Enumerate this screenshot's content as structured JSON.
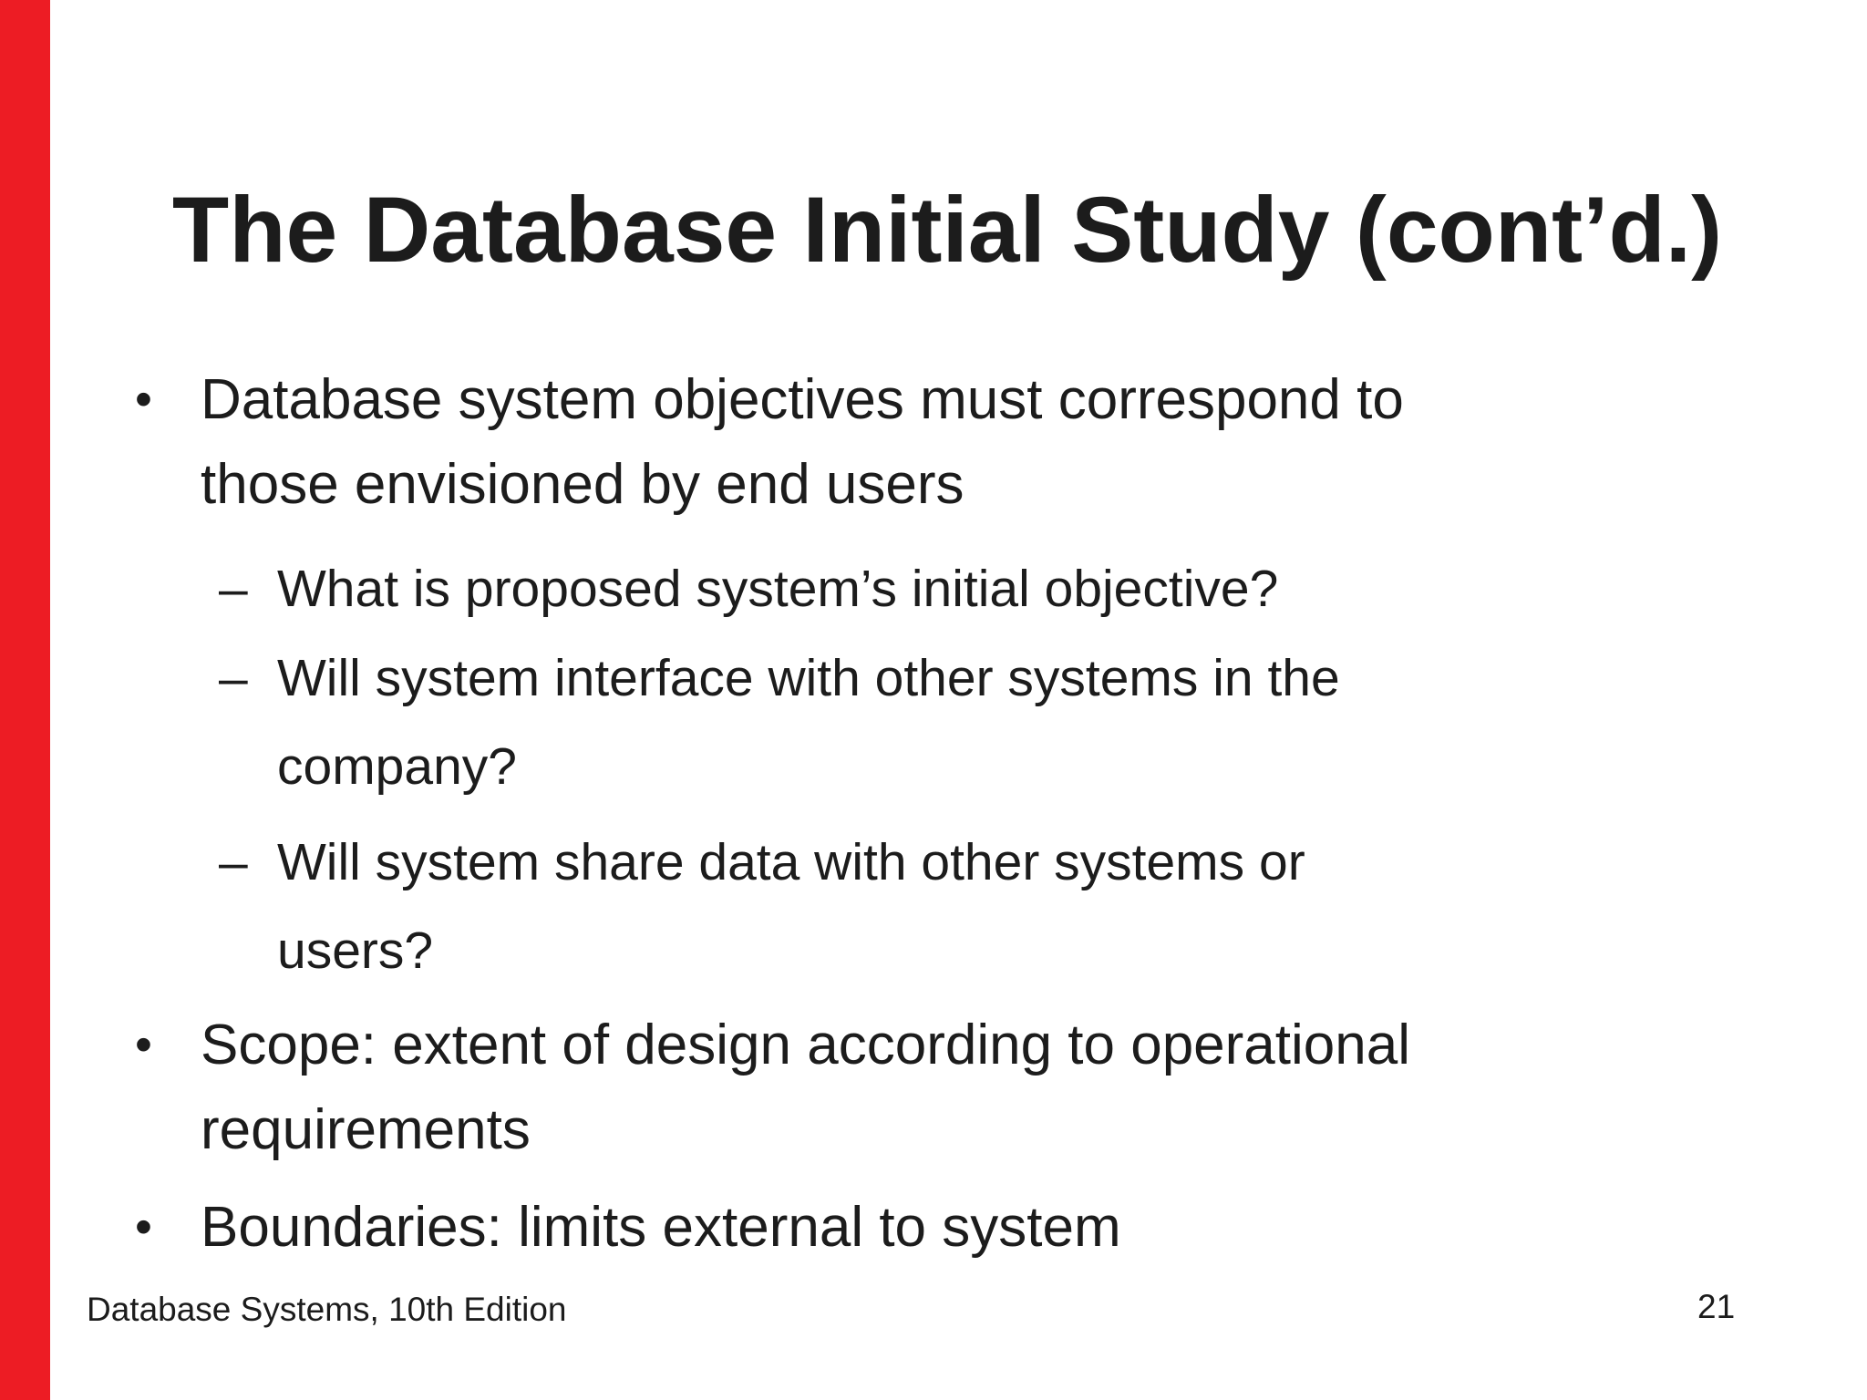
{
  "slide": {
    "title": "The Database Initial Study (cont’d.)",
    "accent_bar_color": "#ed1c24",
    "text_color": "#1c1c1c",
    "markers": {
      "level1": "•",
      "level2": "–"
    },
    "bullets": [
      {
        "level": 1,
        "text": "Database system objectives must correspond to\nthose envisioned by end users"
      },
      {
        "level": 2,
        "text": "What is proposed system’s initial objective?"
      },
      {
        "level": 2,
        "text": "Will system interface with other systems in the\ncompany?"
      },
      {
        "level": 2,
        "text": "Will system share data with other systems or\nusers?"
      },
      {
        "level": 1,
        "text": "Scope: extent of design according to operational\nrequirements"
      },
      {
        "level": 1,
        "text": "Boundaries: limits external to system"
      }
    ],
    "footer": {
      "left_text": "Database Systems, 10th Edition",
      "page_number": "21"
    }
  }
}
